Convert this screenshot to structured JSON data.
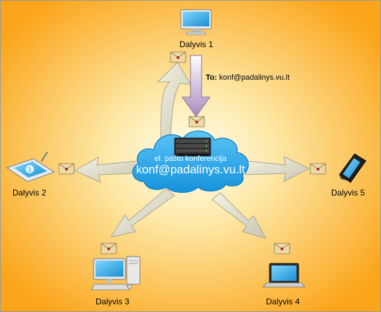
{
  "hub": {
    "subtitle": "el. pašto konferencija",
    "address": "konf@padalinys.vu.lt"
  },
  "incoming": {
    "to_label": "To:",
    "to_address": "konf@padalinys.vu.lt"
  },
  "participants": [
    {
      "label": "Dalyvis 1",
      "device": "monitor-icon"
    },
    {
      "label": "Dalyvis 2",
      "device": "tablet-icon"
    },
    {
      "label": "Dalyvis 3",
      "device": "desktop-pc-icon"
    },
    {
      "label": "Dalyvis 4",
      "device": "laptop-icon"
    },
    {
      "label": "Dalyvis 5",
      "device": "mobile-phone-icon"
    }
  ],
  "colors": {
    "background_inner": "#fffdf2",
    "background_outer": "#fba51a",
    "cloud": "#1ea4ec",
    "incoming_arrow": "#b89bc6",
    "outgoing_arrow": "#d8d5c2"
  }
}
